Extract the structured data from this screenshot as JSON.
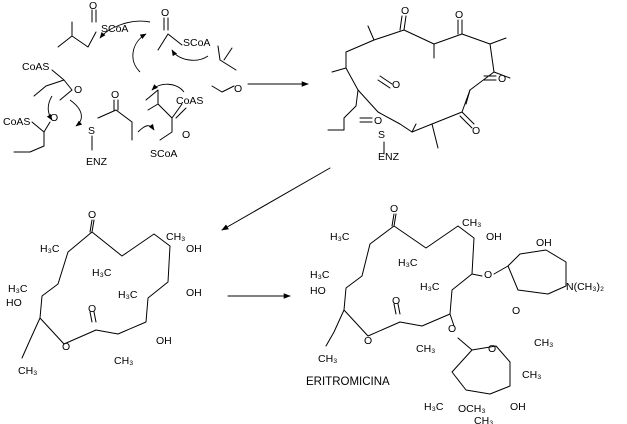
{
  "labels": {
    "scoa": "SCoA",
    "coas": "CoAS",
    "enz": "ENZ",
    "s": "S",
    "o": "O",
    "oh": "OH",
    "ho": "HO",
    "h3c": "H₃C",
    "ch3": "CH₃",
    "och3": "OCH₃",
    "nme2": "N(CH₃)₂"
  },
  "product_name": "ERITROMICINA"
}
